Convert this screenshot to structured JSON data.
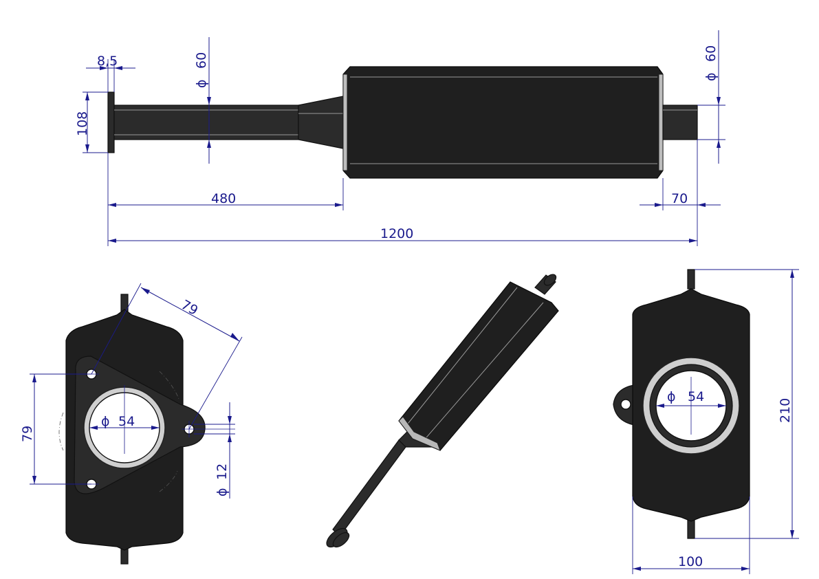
{
  "views": {
    "side": {
      "flange_thickness": "8,5",
      "flange_height": "108",
      "inlet_diameter_symbol": "ϕ",
      "inlet_diameter": "60",
      "outlet_diameter_symbol": "ϕ",
      "outlet_diameter": "60",
      "pipe_length": "480",
      "outlet_length": "70",
      "overall_length": "1200"
    },
    "front": {
      "hole_spacing": "79",
      "hole_spacing_diagonal": "79",
      "bore_symbol": "ϕ",
      "bore": "54",
      "hole_symbol": "ϕ",
      "hole": "12"
    },
    "rear": {
      "bore_symbol": "ϕ",
      "bore": "54",
      "height": "210",
      "width": "100"
    }
  },
  "colors": {
    "dimension": "#1a1a8c",
    "part": "#2b2b2b"
  }
}
